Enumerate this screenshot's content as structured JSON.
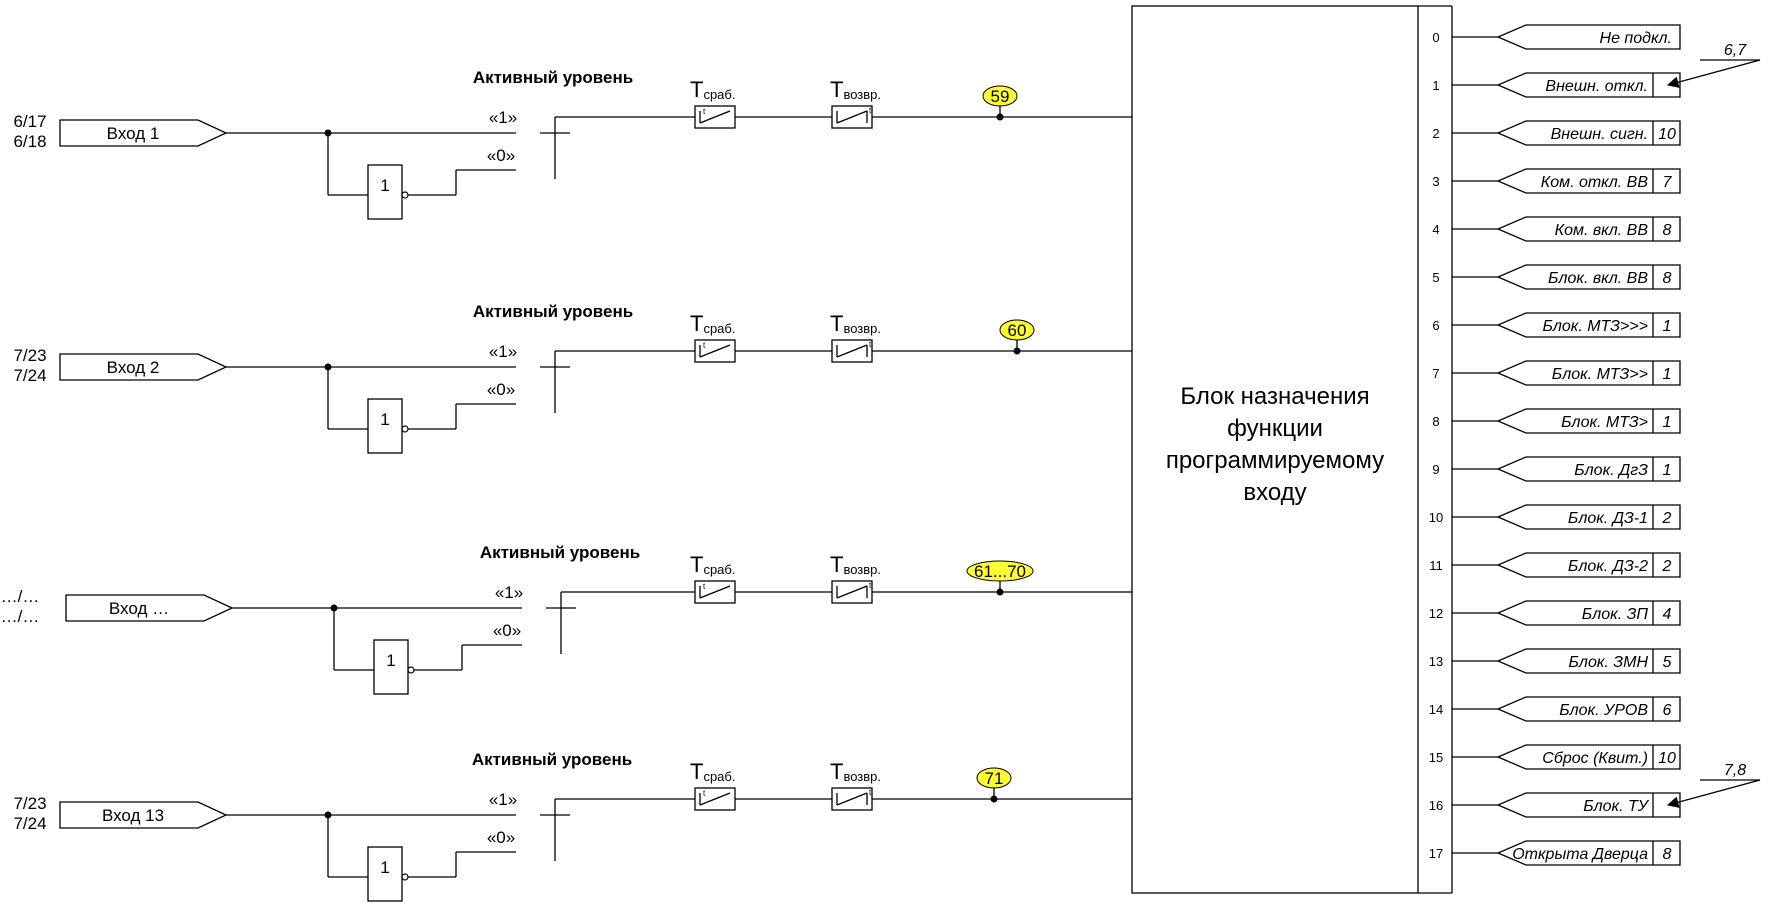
{
  "blocks": [
    {
      "terminal_top": "6/17",
      "terminal_bottom": "6/18",
      "input_label": "Вход 1",
      "level_label": "Активный уровень",
      "level_1": "«1»",
      "level_0": "«0»",
      "inverter": "1",
      "t_pickup_main": "T",
      "t_pickup_sub": "сраб.",
      "t_return_main": "T",
      "t_return_sub": "возвр.",
      "signal": "59"
    },
    {
      "terminal_top": "7/23",
      "terminal_bottom": "7/24",
      "input_label": "Вход 2",
      "level_label": "Активный уровень",
      "level_1": "«1»",
      "level_0": "«0»",
      "inverter": "1",
      "t_pickup_main": "T",
      "t_pickup_sub": "сраб.",
      "t_return_main": "T",
      "t_return_sub": "возвр.",
      "signal": "60"
    },
    {
      "terminal_top": "…/…",
      "terminal_bottom": "…/…",
      "input_label": "Вход …",
      "level_label": "Активный уровень",
      "level_1": "«1»",
      "level_0": "«0»",
      "inverter": "1",
      "t_pickup_main": "T",
      "t_pickup_sub": "сраб.",
      "t_return_main": "T",
      "t_return_sub": "возвр.",
      "signal": "61...70"
    },
    {
      "terminal_top": "7/23",
      "terminal_bottom": "7/24",
      "input_label": "Вход 13",
      "level_label": "Активный уровень",
      "level_1": "«1»",
      "level_0": "«0»",
      "inverter": "1",
      "t_pickup_main": "T",
      "t_pickup_sub": "сраб.",
      "t_return_main": "T",
      "t_return_sub": "возвр.",
      "signal": "71"
    }
  ],
  "main_block": {
    "line1": "Блок назначения",
    "line2": "функции",
    "line3": "программируемому",
    "line4": "входу"
  },
  "outputs": [
    {
      "num": "0",
      "label": "Не подкл.",
      "ref": ""
    },
    {
      "num": "1",
      "label": "Внешн. откл.",
      "ref": ""
    },
    {
      "num": "2",
      "label": "Внешн. сигн.",
      "ref": "10"
    },
    {
      "num": "3",
      "label": "Ком. откл. ВВ",
      "ref": "7"
    },
    {
      "num": "4",
      "label": "Ком. вкл. ВВ",
      "ref": "8"
    },
    {
      "num": "5",
      "label": "Блок. вкл. ВВ",
      "ref": "8"
    },
    {
      "num": "6",
      "label": "Блок. МТЗ>>>",
      "ref": "1"
    },
    {
      "num": "7",
      "label": "Блок. МТЗ>>",
      "ref": "1"
    },
    {
      "num": "8",
      "label": "Блок. МТЗ>",
      "ref": "1"
    },
    {
      "num": "9",
      "label": "Блок. ДгЗ",
      "ref": "1"
    },
    {
      "num": "10",
      "label": "Блок. ДЗ-1",
      "ref": "2"
    },
    {
      "num": "11",
      "label": "Блок. ДЗ-2",
      "ref": "2"
    },
    {
      "num": "12",
      "label": "Блок. ЗП",
      "ref": "4"
    },
    {
      "num": "13",
      "label": "Блок. ЗМН",
      "ref": "5"
    },
    {
      "num": "14",
      "label": "Блок. УРОВ",
      "ref": "6"
    },
    {
      "num": "15",
      "label": "Сброс (Квит.)",
      "ref": "10"
    },
    {
      "num": "16",
      "label": "Блок. ТУ",
      "ref": ""
    },
    {
      "num": "17",
      "label": "Открыта Дверца",
      "ref": "8"
    }
  ],
  "callouts": [
    {
      "text": "6,7",
      "target_output": "1"
    },
    {
      "text": "7,8",
      "target_output": "16"
    }
  ],
  "colors": {
    "signal_fill": "#ffff33",
    "line": "#000000"
  }
}
